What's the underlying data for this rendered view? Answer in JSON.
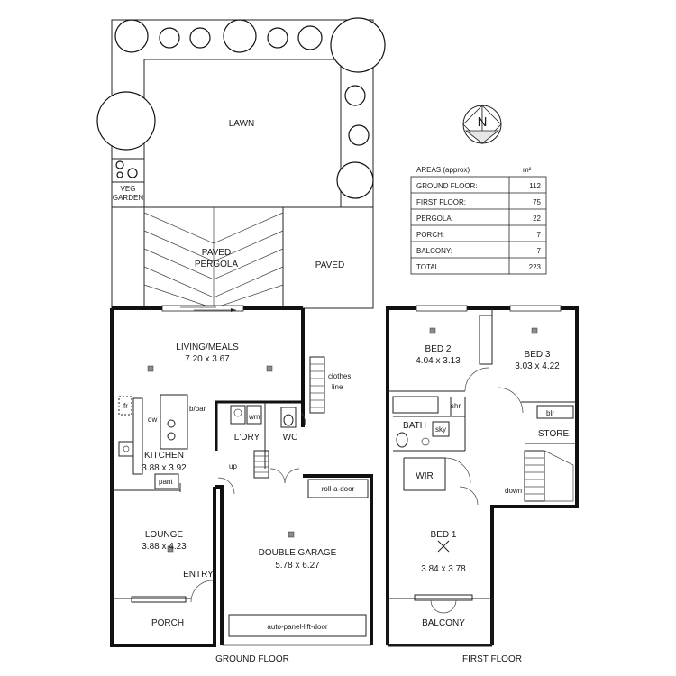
{
  "labels": {
    "lawn": "LAWN",
    "veg_garden_1": "VEG",
    "veg_garden_2": "GARDEN",
    "paved_pergola_1": "PAVED",
    "paved_pergola_2": "PERGOLA",
    "paved": "PAVED",
    "clothes_line_1": "clothes",
    "clothes_line_2": "line",
    "living_meals": "LIVING/MEALS",
    "living_meals_dim": "7.20 x 3.67",
    "fr": "fr",
    "dw": "dw",
    "b_bar": "b/bar",
    "kitchen": "KITCHEN",
    "kitchen_dim": "3.88 x 3.92",
    "pant": "pant",
    "wm": "wm",
    "ldry": "L'DRY",
    "wc": "WC",
    "up": "up",
    "roll_a_door": "roll-a-door",
    "lounge": "LOUNGE",
    "lounge_dim": "3.88 x 4.23",
    "entry": "ENTRY",
    "double_garage": "DOUBLE GARAGE",
    "double_garage_dim": "5.78 x 6.27",
    "porch": "PORCH",
    "auto_door": "auto-panel-lift-door",
    "ground_floor": "GROUND FLOOR",
    "bed2": "BED 2",
    "bed2_dim": "4.04 x 3.13",
    "bed3": "BED 3",
    "bed3_dim": "3.03 x 4.22",
    "shr": "shr",
    "blr": "blr",
    "bath": "BATH",
    "sky": "sky",
    "store": "STORE",
    "wir": "WIR",
    "down": "down",
    "bed1": "BED 1",
    "bed1_dim": "3.84 x 3.78",
    "balcony": "BALCONY",
    "first_floor": "FIRST FLOOR"
  },
  "compass": {
    "letter": "N"
  },
  "areas": {
    "title": "AREAS (approx)",
    "unit": "m²",
    "rows": [
      {
        "label": "GROUND FLOOR:",
        "value": "112"
      },
      {
        "label": "FIRST FLOOR:",
        "value": "75"
      },
      {
        "label": "PERGOLA:",
        "value": "22"
      },
      {
        "label": "PORCH:",
        "value": "7"
      },
      {
        "label": "BALCONY:",
        "value": "7"
      }
    ],
    "total_label": "TOTAL",
    "total_value": "223"
  }
}
